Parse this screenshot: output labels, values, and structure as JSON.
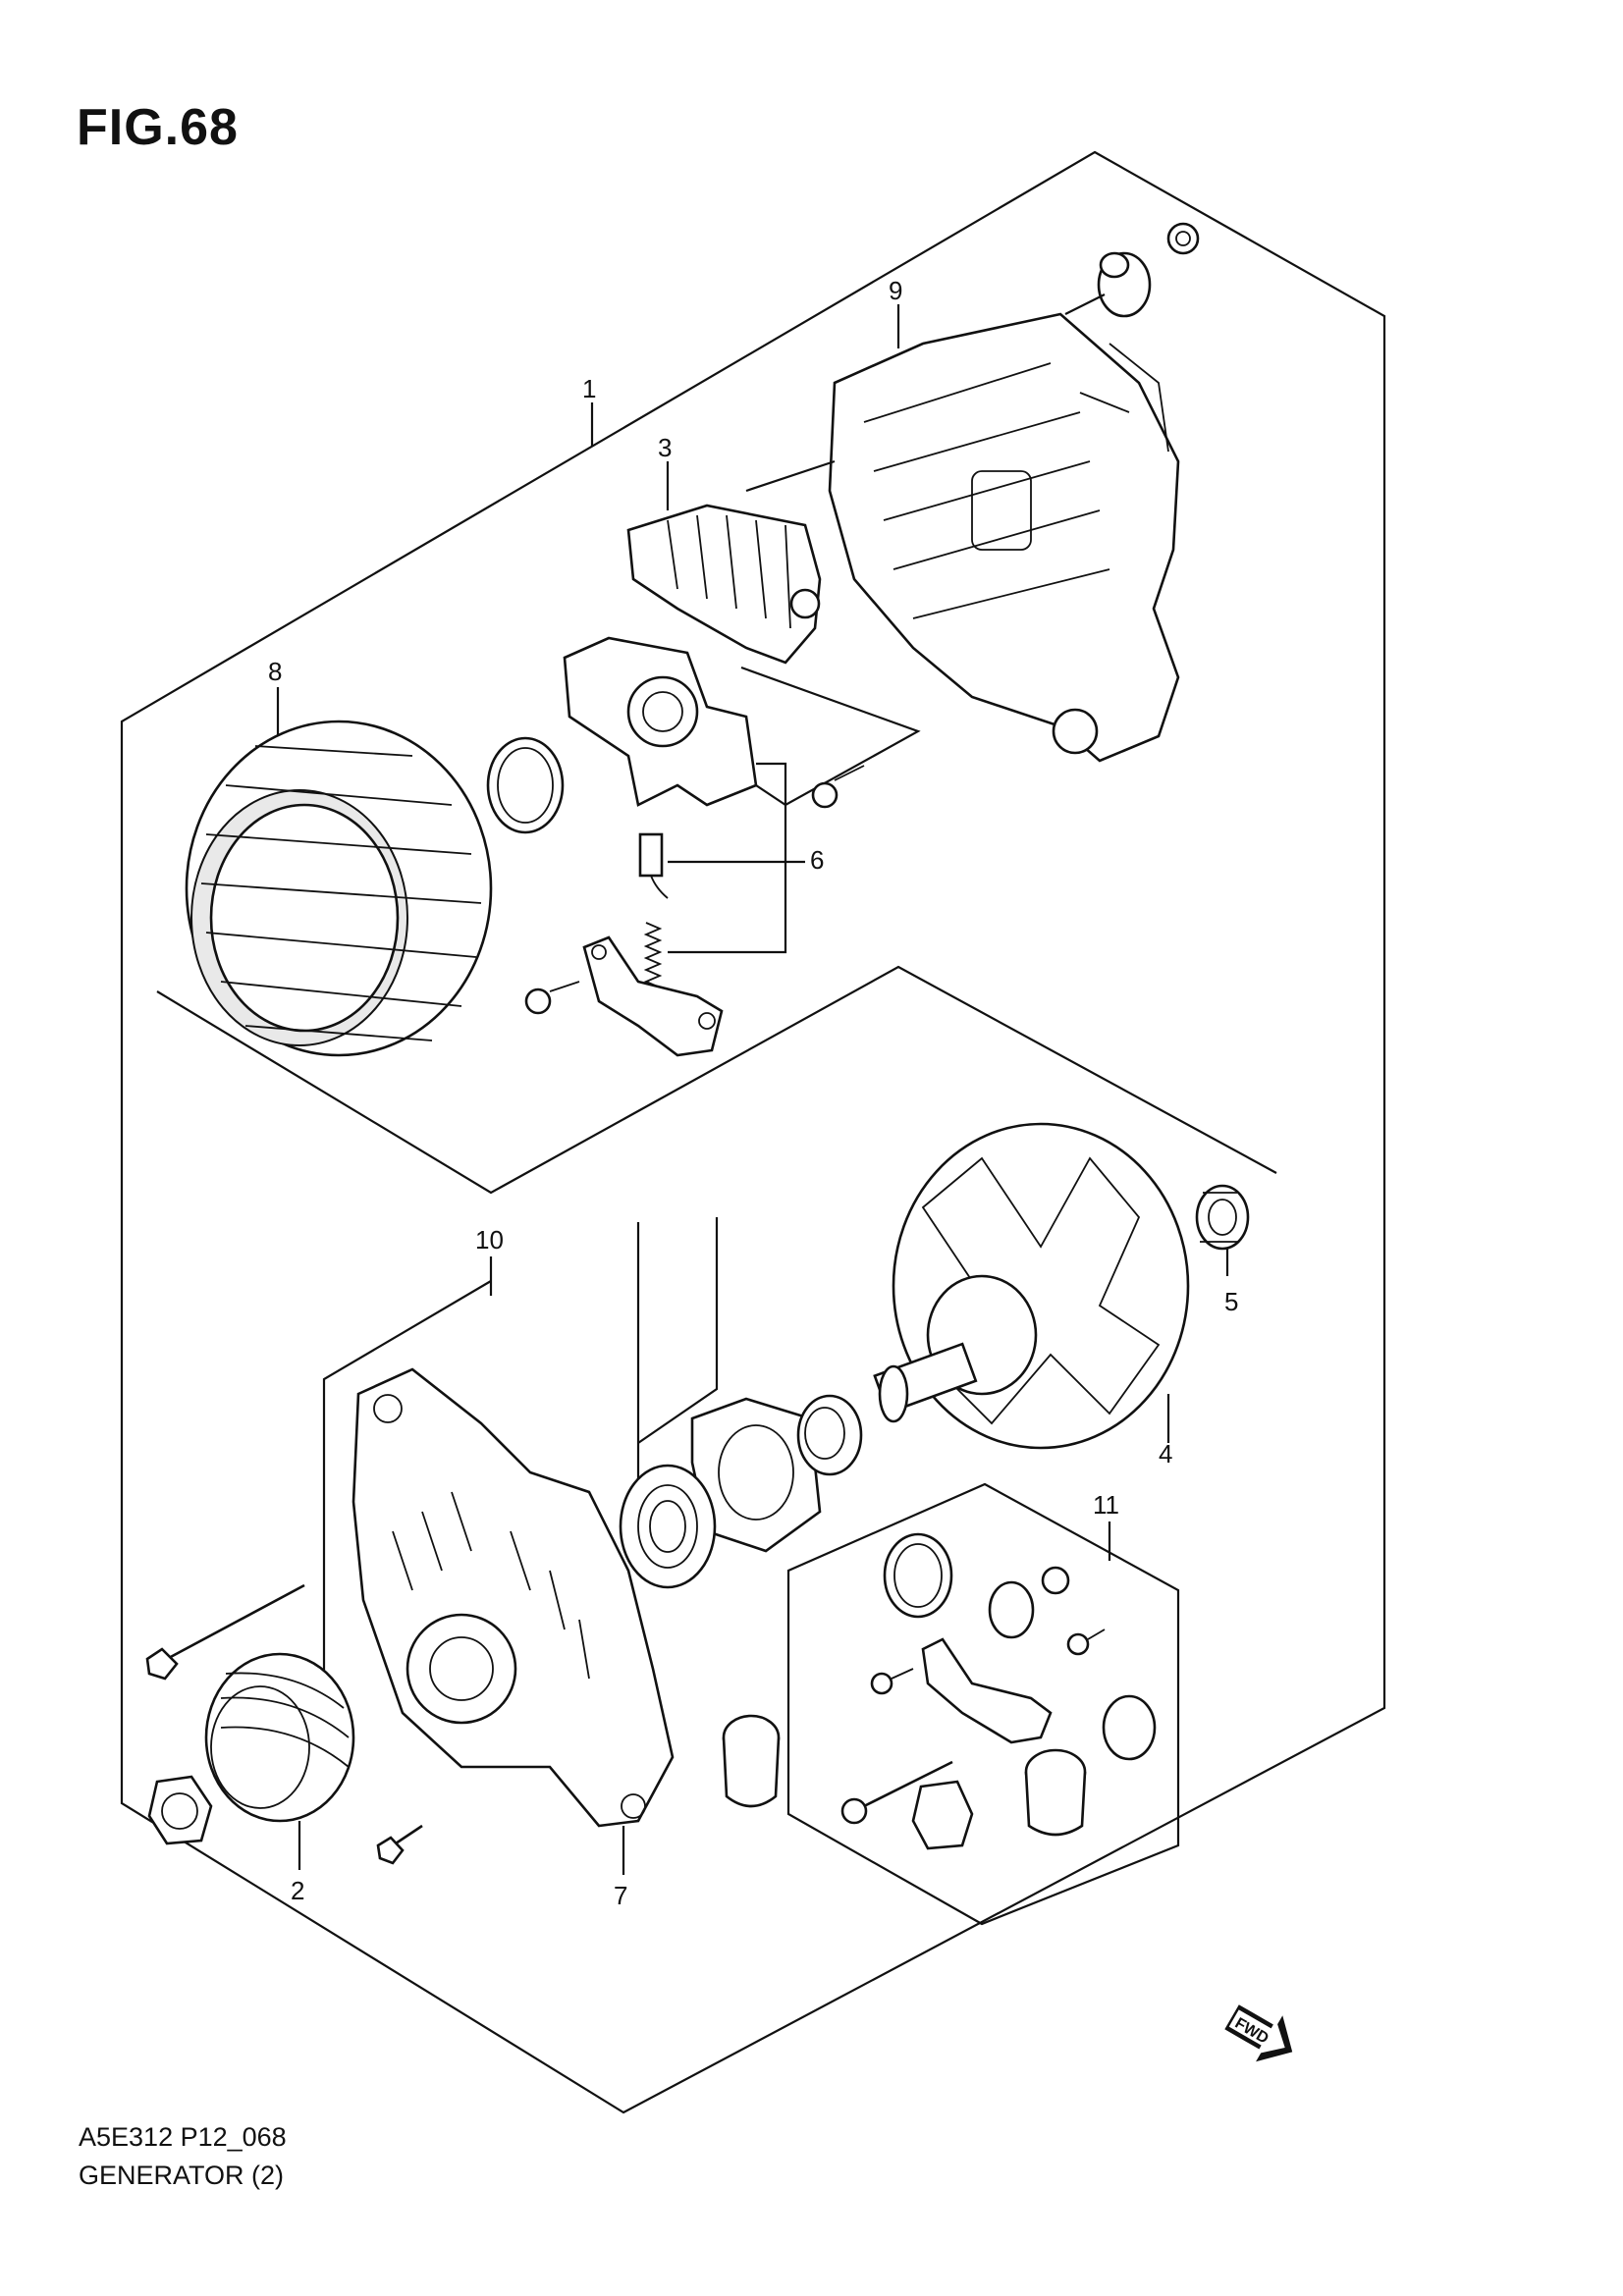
{
  "figure": {
    "title": "FIG.68",
    "code": "A5E312 P12_068",
    "caption": "GENERATOR (2)",
    "fwd_label": "FWD"
  },
  "callouts": [
    "1",
    "2",
    "3",
    "4",
    "5",
    "6",
    "7",
    "8",
    "9",
    "10",
    "11"
  ]
}
